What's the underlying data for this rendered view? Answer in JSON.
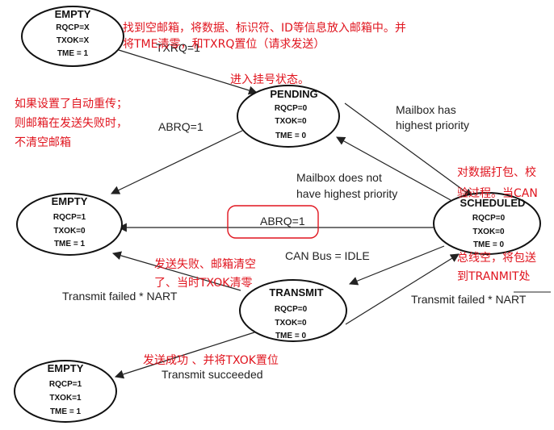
{
  "states": {
    "empty_top": {
      "title": "EMPTY",
      "lines": [
        "RQCP=X",
        "TXOK=X",
        "TME = 1"
      ]
    },
    "pending": {
      "title": "PENDING",
      "lines": [
        "RQCP=0",
        "TXOK=0",
        "TME = 0"
      ]
    },
    "empty_mid": {
      "title": "EMPTY",
      "lines": [
        "RQCP=1",
        "TXOK=0",
        "TME = 1"
      ]
    },
    "scheduled": {
      "title": "SCHEDULED",
      "lines": [
        "RQCP=0",
        "TXOK=0",
        "TME = 0"
      ]
    },
    "transmit": {
      "title": "TRANSMIT",
      "lines": [
        "RQCP=0",
        "TXOK=0",
        "TME = 0"
      ]
    },
    "empty_bottom": {
      "title": "EMPTY",
      "lines": [
        "RQCP=1",
        "TXOK=1",
        "TME = 1"
      ]
    }
  },
  "transitions": {
    "txrq": "TXRQ=1",
    "abrq_pending": "ABRQ=1",
    "mailbox_has": [
      "Mailbox has",
      "highest priority"
    ],
    "mailbox_not": [
      "Mailbox does not",
      "have highest priority"
    ],
    "abrq_scheduled": "ABRQ=1",
    "can_bus_idle": "CAN Bus = IDLE",
    "transmit_failed_left": "Transmit failed * NART",
    "transmit_failed_right": "Transmit failed * NART",
    "transmit_succeeded": "Transmit succeeded"
  },
  "notes": {
    "top": [
      "找到空邮箱，将数据、标识符、ID等信息放入邮箱中。并",
      "将TME清零，和TXRQ置位（请求发送）"
    ],
    "pending": "进入挂号状态。",
    "retransmit": [
      "如果设置了自动重传；",
      "则邮箱在发送失败时，",
      "不清空邮箱"
    ],
    "pack": [
      "对数据打包、校",
      "验过程。当CAN"
    ],
    "bus_idle": [
      "总线空，将包送",
      "到TRANMIT处"
    ],
    "failed": [
      "发送失败、邮箱清空",
      "了、当时TXOK清零"
    ],
    "success": "发送成功 、并将TXOK置位"
  },
  "colors": {
    "note": "#e0141e",
    "highlight": "#e0141e",
    "line": "#222222"
  }
}
